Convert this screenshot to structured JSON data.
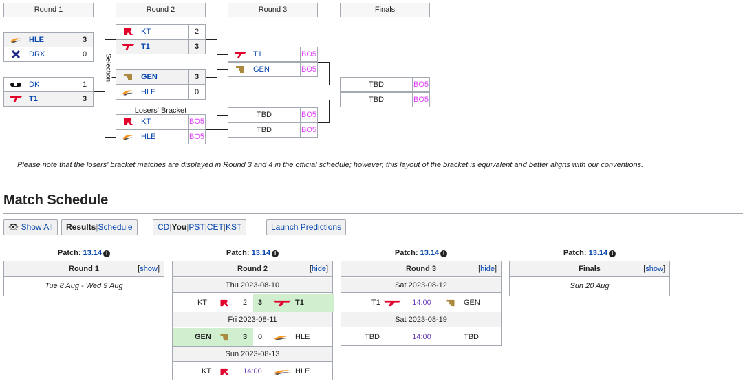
{
  "bracket": {
    "round_headers": [
      "Round 1",
      "Round 2",
      "Round 3",
      "Finals"
    ],
    "selection_label": "Selection",
    "losers_label": "Losers' Bracket",
    "r1": [
      {
        "team": "HLE",
        "score": "3",
        "logo": "hle-logo-icon"
      },
      {
        "team": "DRX",
        "score": "0",
        "logo": "drx-logo-icon"
      },
      {
        "team": "DK",
        "score": "1",
        "logo": "dk-logo-icon"
      },
      {
        "team": "T1",
        "score": "3",
        "logo": "t1-logo-icon"
      }
    ],
    "r2": [
      {
        "team": "KT",
        "score": "2"
      },
      {
        "team": "T1",
        "score": "3"
      },
      {
        "team": "GEN",
        "score": "3"
      },
      {
        "team": "HLE",
        "score": "0"
      },
      {
        "team": "KT",
        "score": "BO5"
      },
      {
        "team": "HLE",
        "score": "BO5"
      }
    ],
    "r3": [
      {
        "team": "T1",
        "score": "BO5"
      },
      {
        "team": "GEN",
        "score": "BO5"
      },
      {
        "team": "TBD",
        "score": "BO5"
      },
      {
        "team": "TBD",
        "score": "BO5"
      }
    ],
    "finals": [
      {
        "team": "TBD",
        "score": "BO5"
      },
      {
        "team": "TBD",
        "score": "BO5"
      }
    ]
  },
  "note": "Please note that the losers' bracket matches are displayed in Round 3 and 4 in the official schedule; however, this layout of the bracket is equivalent and better aligns with our conventions.",
  "schedule": {
    "title": "Match Schedule",
    "buttons": {
      "show_all": "Show All",
      "results": "Results",
      "schedule": "Schedule",
      "tz": [
        "CD",
        "You",
        "PST",
        "CET",
        "KST"
      ],
      "predictions": "Launch Predictions"
    },
    "patch_label": "Patch:",
    "patch": "13.14",
    "rounds": [
      {
        "title": "Round 1",
        "toggle": "show",
        "range": "Tue 8 Aug - Wed 9 Aug"
      },
      {
        "title": "Round 2",
        "toggle": "hide",
        "days": [
          {
            "date": "Thu 2023-08-10",
            "t1": "KT",
            "s1": "2",
            "s2": "3",
            "t2": "T1"
          },
          {
            "date": "Fri 2023-08-11",
            "t1": "GEN",
            "s1": "3",
            "s2": "0",
            "t2": "HLE"
          },
          {
            "date": "Sun 2023-08-13",
            "t1": "KT",
            "time": "14:00",
            "t2": "HLE"
          }
        ]
      },
      {
        "title": "Round 3",
        "toggle": "hide",
        "days": [
          {
            "date": "Sat 2023-08-12",
            "t1": "T1",
            "time": "14:00",
            "t2": "GEN"
          },
          {
            "date": "Sat 2023-08-19",
            "t1": "TBD",
            "time": "14:00",
            "t2": "TBD"
          }
        ]
      },
      {
        "title": "Finals",
        "toggle": "show",
        "range": "Sun 20 Aug"
      }
    ]
  },
  "colors": {
    "link": "#0645ad",
    "bo5": "#e040fb",
    "win": "#cfefcf",
    "time": "#6c3fb8"
  }
}
